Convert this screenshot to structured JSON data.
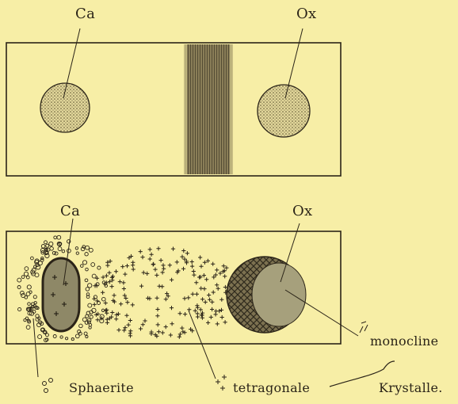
{
  "figure": {
    "upper_panel": {
      "label_left": "Ca",
      "label_right": "Ox"
    },
    "lower_panel": {
      "label_left": "Ca",
      "label_right": "Ox",
      "label_monocline": "monocline",
      "label_sphaerite": "Sphaerite",
      "label_tetragonale": "tetragonale",
      "label_krystalle": "Krystalle."
    },
    "colors": {
      "background": "#f7eea6",
      "ink": "#2b2418"
    }
  }
}
